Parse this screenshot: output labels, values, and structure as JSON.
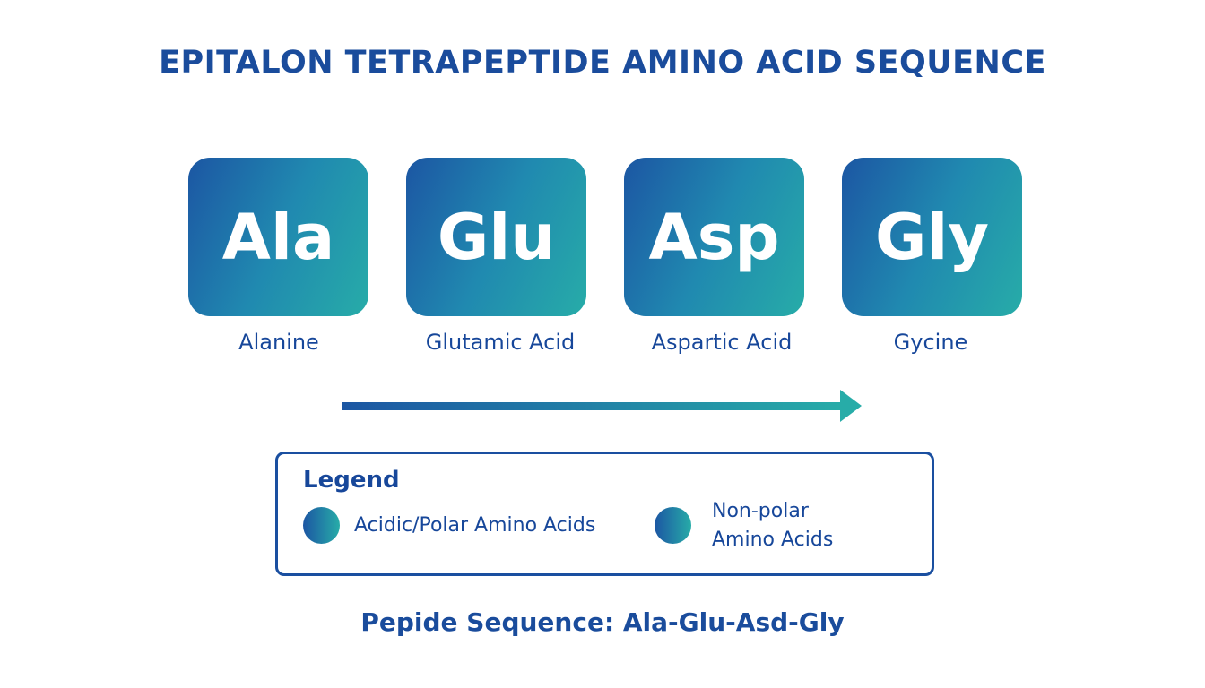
{
  "title": "EPITALON TETRAPEPTIDE AMINO ACID SEQUENCE",
  "residues": [
    {
      "code": "Ala",
      "name": "Alanine"
    },
    {
      "code": "Glu",
      "name": "Glutamic Acid"
    },
    {
      "code": "Asp",
      "name": "Aspartic Acid"
    },
    {
      "code": "Gly",
      "name": "Gycine"
    }
  ],
  "legend": {
    "title": "Legend",
    "items": [
      {
        "label": "Acidic/Polar Amino Acids"
      },
      {
        "label_line1": "Non-polar",
        "label_line2": "Amino Acids"
      }
    ]
  },
  "sequence_text": "Pepide Sequence: Ala-Glu-Asd-Gly",
  "colors": {
    "primary": "#1a4c9c",
    "gradient_start": "#1c56a3",
    "gradient_end": "#27aca8"
  }
}
